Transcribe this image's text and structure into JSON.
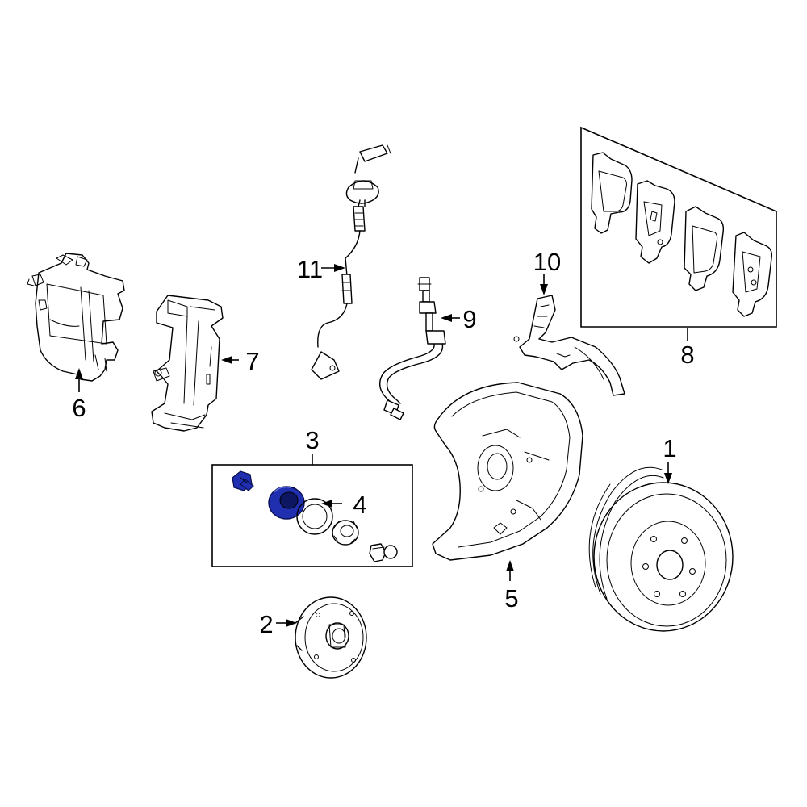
{
  "diagram": {
    "callouts": {
      "c1": "1",
      "c2": "2",
      "c3": "3",
      "c4": "4",
      "c5": "5",
      "c6": "6",
      "c7": "7",
      "c8": "8",
      "c9": "9",
      "c10": "10",
      "c11": "11"
    },
    "highlight_color": "#1f2fb0",
    "line_color": "#000000",
    "background": "#ffffff"
  }
}
